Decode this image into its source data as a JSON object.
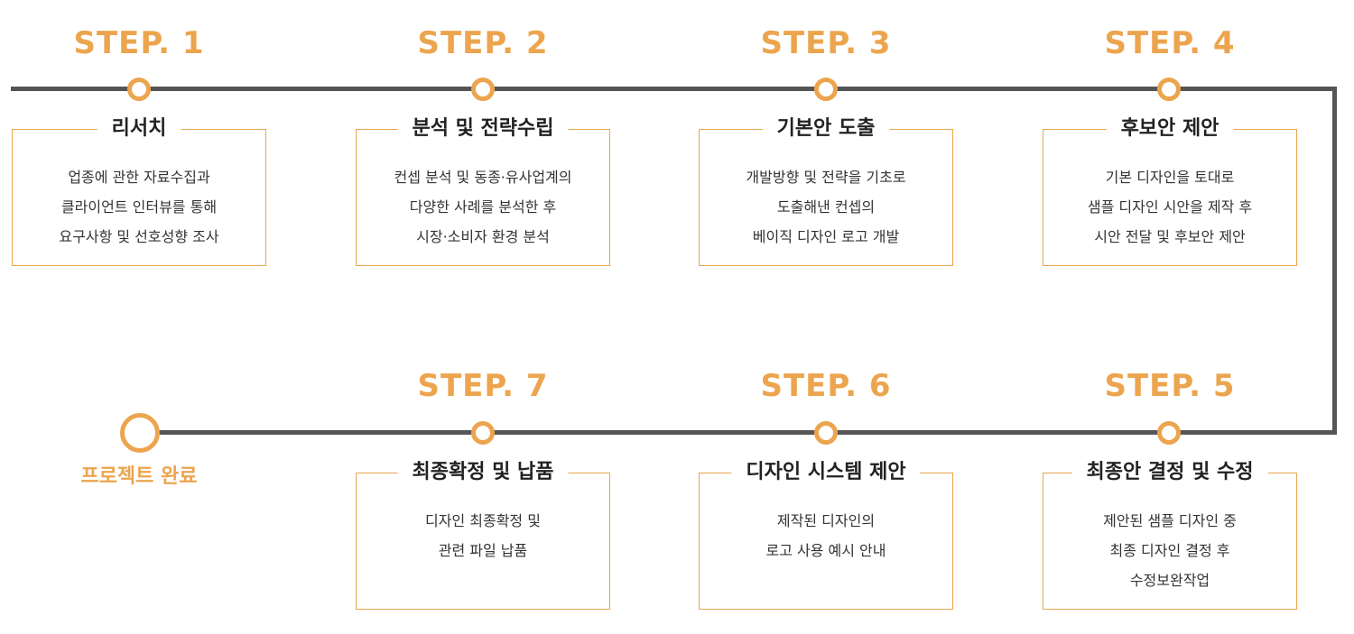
{
  "colors": {
    "accent": "#ECA54E",
    "line": "#555555",
    "text": "#222222"
  },
  "steps": [
    {
      "label": "STEP. 1",
      "title": "리서치",
      "lines": [
        "업종에 관한 자료수집과",
        "클라이언트 인터뷰를 통해",
        "요구사항 및 선호성향 조사"
      ]
    },
    {
      "label": "STEP. 2",
      "title": "분석 및 전략수립",
      "lines": [
        "컨셉 분석 및 동종·유사업계의",
        "다양한 사례를 분석한 후",
        "시장·소비자 환경 분석"
      ]
    },
    {
      "label": "STEP. 3",
      "title": "기본안 도출",
      "lines": [
        "개발방향 및 전략을 기초로",
        "도출해낸 컨셉의",
        "베이직 디자인 로고 개발"
      ]
    },
    {
      "label": "STEP. 4",
      "title": "후보안 제안",
      "lines": [
        "기본 디자인을 토대로",
        "샘플 디자인 시안을 제작 후",
        "시안 전달 및 후보안 제안"
      ]
    },
    {
      "label": "STEP. 5",
      "title": "최종안 결정 및 수정",
      "lines": [
        "제안된 샘플 디자인 중",
        "최종 디자인 결정 후",
        "수정보완작업"
      ]
    },
    {
      "label": "STEP. 6",
      "title": "디자인 시스템 제안",
      "lines": [
        "제작된 디자인의",
        "로고 사용 예시 안내"
      ]
    },
    {
      "label": "STEP. 7",
      "title": "최종확정 및 납품",
      "lines": [
        "디자인 최종확정 및",
        "관련 파일 납품"
      ]
    }
  ],
  "end": {
    "label": "프로젝트 완료"
  }
}
